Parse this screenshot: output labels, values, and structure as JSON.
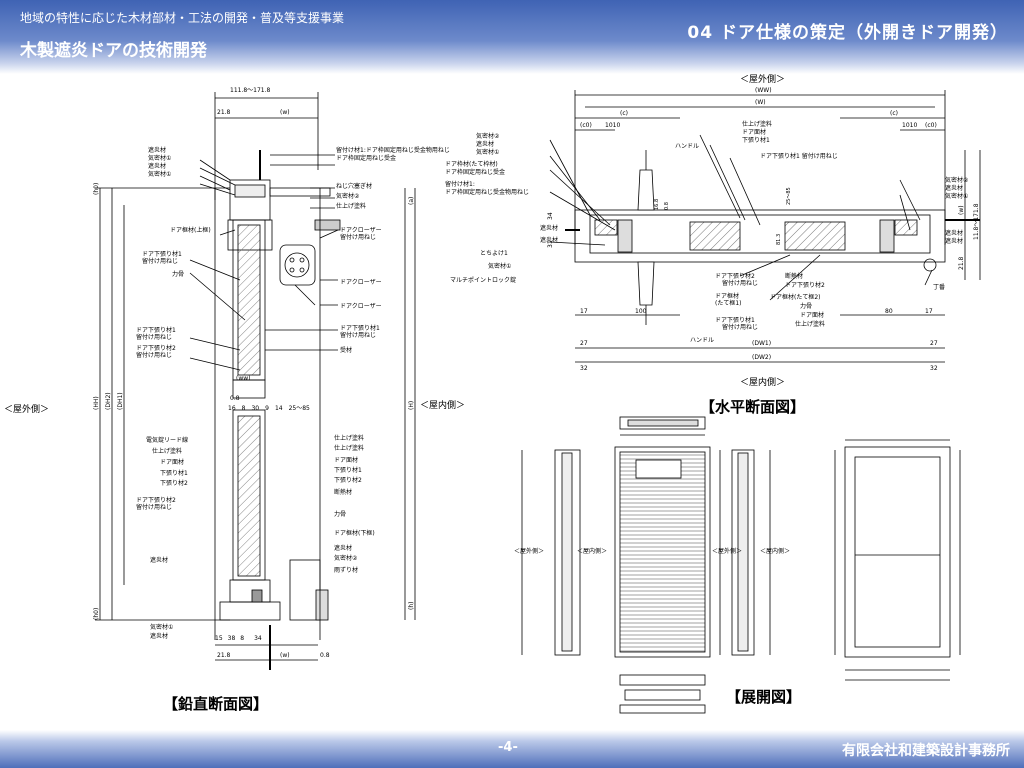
{
  "header": {
    "subtitle": "地域の特性に応じた木材部材・工法の開発・普及等支援事業",
    "title": "木製遮炎ドアの技術開発",
    "section": "04 ドア仕様の策定（外開きドア開発）"
  },
  "footer": {
    "page": "-4-",
    "company": "有限会社和建築設計事務所"
  },
  "vertical": {
    "caption": "【鉛直断面図】",
    "outside": "＜屋外側＞",
    "inside": "＜屋内側＞",
    "dim_top": "111.8～171.8",
    "dim_21": "21.8",
    "dim_w": "(w)",
    "dim_ww": "(ww)",
    "dims_mid": [
      "16",
      "8",
      "30",
      "9",
      "14",
      "25～85"
    ],
    "dim_08": "0.8",
    "dims_bottom": [
      "15",
      "38",
      "8",
      "34"
    ],
    "dims_left": [
      "(h0)",
      "(HH)",
      "(DH2)",
      "(DH1)",
      "(h0)"
    ],
    "dims_right": [
      "(H)",
      "(h)",
      "(a)"
    ],
    "labels_left": [
      "遮炎材",
      "気密材①",
      "遮炎材",
      "気密材①",
      "ドア框材(上框)",
      "ドア下張り材1",
      "留付け用ねじ",
      "力骨",
      "ドア下張り材1",
      "留付け用ねじ",
      "ドア下張り材2",
      "留付け用ねじ"
    ],
    "labels_right": [
      "留付け材1:ドア枠固定用ねじ受金物用ねじ",
      "ドア枠固定用ねじ受金",
      "ねじ穴塞ぎ材",
      "気密材②",
      "仕上げ塗料",
      "ドアクローザー",
      "留付け用ねじ",
      "ドアクローザー",
      "ドアクローザー",
      "ドア下張り材1",
      "留付け用ねじ",
      "受材"
    ],
    "labels_left2": [
      "電気錠リード線",
      "仕上げ塗料",
      "ドア面材",
      "下張り材1",
      "下張り材2",
      "ドア下張り材2",
      "留付け用ねじ",
      "遮炎材"
    ],
    "labels_right2": [
      "仕上げ塗料",
      "仕上げ塗料",
      "ドア面材",
      "下張り材1",
      "下張り材2",
      "断熱材",
      "力骨",
      "ドア框材(下框)",
      "遮炎材",
      "気密材②",
      "雨ずり材"
    ],
    "labels_bottom": [
      "気密材①",
      "遮炎材"
    ]
  },
  "horizontal": {
    "caption": "【水平断面図】",
    "outside": "＜屋外側＞",
    "inside": "＜屋内側＞",
    "dim_ww": "(WW)",
    "dim_w": "(W)",
    "dim_c": "(c)",
    "dim_c0": "(c0)",
    "dim_1010": "1010",
    "dims_left": [
      "34",
      "31"
    ],
    "dims_right": [
      "(w)",
      "21.8",
      "11.8～171.8"
    ],
    "dims_mid": [
      "16.8",
      "0.8",
      "81.3",
      "25～85"
    ],
    "dim_17": "17",
    "dim_100": "100",
    "dim_80": "80",
    "dim_dw1": "(DW1)",
    "dim_dw2": "(DW2)",
    "dim_27": "27",
    "dim_32": "32",
    "labels_left": [
      "気密材②",
      "遮炎材",
      "気密材①",
      "ドア枠材(たて枠材)",
      "ドア枠固定用ねじ受金",
      "留付け材1:",
      "ドア枠固定用ねじ受金物用ねじ",
      "遮炎材",
      "遮炎材",
      "とちよけ1",
      "気密材①",
      "マルチポイントロック錠"
    ],
    "labels_top": [
      "ハンドル",
      "仕上げ塗料",
      "ドア面材",
      "下張り材1",
      "ドア下張り材1 留付け用ねじ"
    ],
    "labels_right": [
      "気密材②",
      "遮炎材",
      "気密材①",
      "遮炎材",
      "遮炎材",
      "丁番"
    ],
    "labels_bottom": [
      "ドア下張り材2",
      "留付け用ねじ",
      "ドア框材",
      "(たて框1)",
      "ドア下張り材1",
      "留付け用ねじ",
      "ハンドル",
      "断熱材",
      "ドア下張り材2",
      "ドア框材(たて框2)",
      "力骨",
      "ドア面材",
      "仕上げ塗料"
    ]
  },
  "elevation": {
    "caption": "【展開図】",
    "outside": "＜屋外側＞",
    "inside": "＜屋内側＞"
  }
}
